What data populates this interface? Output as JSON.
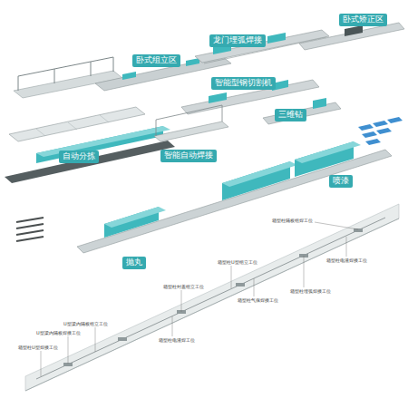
{
  "diagram": {
    "nodes": [
      {
        "text": [
          "卧式矫正区"
        ]
      },
      {
        "text": [
          "龙门埋弧焊接"
        ]
      },
      {
        "text": [
          "卧式组立区"
        ]
      },
      {
        "text": [
          "智能型钢切割机"
        ]
      },
      {
        "text": [
          "三维钻"
        ]
      },
      {
        "text": [
          "自动分拣"
        ]
      },
      {
        "text": [
          "智能自动焊接"
        ]
      },
      {
        "text": [
          "喷漆"
        ]
      },
      {
        "text": [
          "抛丸"
        ]
      }
    ],
    "labels": [
      "箱型柱隔板组焊工位",
      "箱型柱电渣焊接工位",
      "箱型柱U型组立工位",
      "箱型柱封盖组立工位",
      "箱型柱埋弧焊接工位",
      "箱型柱气保焊接工位",
      "U型梁内隔板组立工位",
      "U型梁内隔板焊接工位",
      "箱型柱电渣焊工位",
      "箱型柱U型焊接工位"
    ]
  }
}
